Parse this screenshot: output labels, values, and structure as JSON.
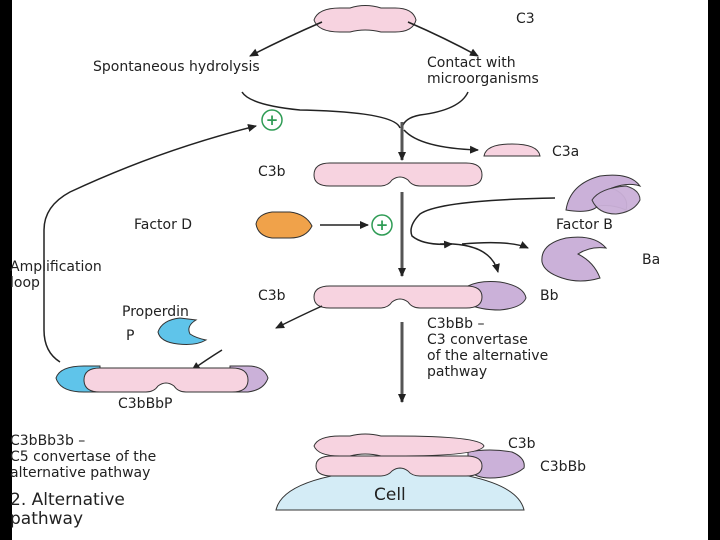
{
  "diagram": {
    "labels": {
      "c3_top": "C3",
      "spontaneous_hydrolysis": "Spontaneous hydrolysis",
      "contact_with_microorganisms": "Contact with\nmicroorganisms",
      "c3a": "C3a",
      "c3b_upper": "C3b",
      "factor_d": "Factor D",
      "factor_b": "Factor B",
      "ba": "Ba",
      "amplification_loop": "Amplification\nloop",
      "c3b_middle": "C3b",
      "bb": "Bb",
      "properdin": "Properdin",
      "p": "P",
      "c3_convertase": "C3bBb –\nC3 convertase\nof the alternative\npathway",
      "c3bbbp": "C3bBbP",
      "c5_convertase": "C3bBb3b –\nC5 convertase of the\nalternative pathway",
      "section_title": "2. Alternative\n    pathway",
      "c3b_bottom": "C3b",
      "c3bbb_bottom": "C3bBb",
      "cell": "Cell",
      "plus_symbol": "+"
    },
    "colors": {
      "c3_pink": "#f7d3e0",
      "factor_b_purple": "#cbb1d9",
      "factor_d_orange": "#f0a24a",
      "properdin_blue": "#5fc4ea",
      "cell_blue": "#d4ecf6",
      "plus_green": "#2f9c55",
      "outline": "#333333"
    }
  }
}
